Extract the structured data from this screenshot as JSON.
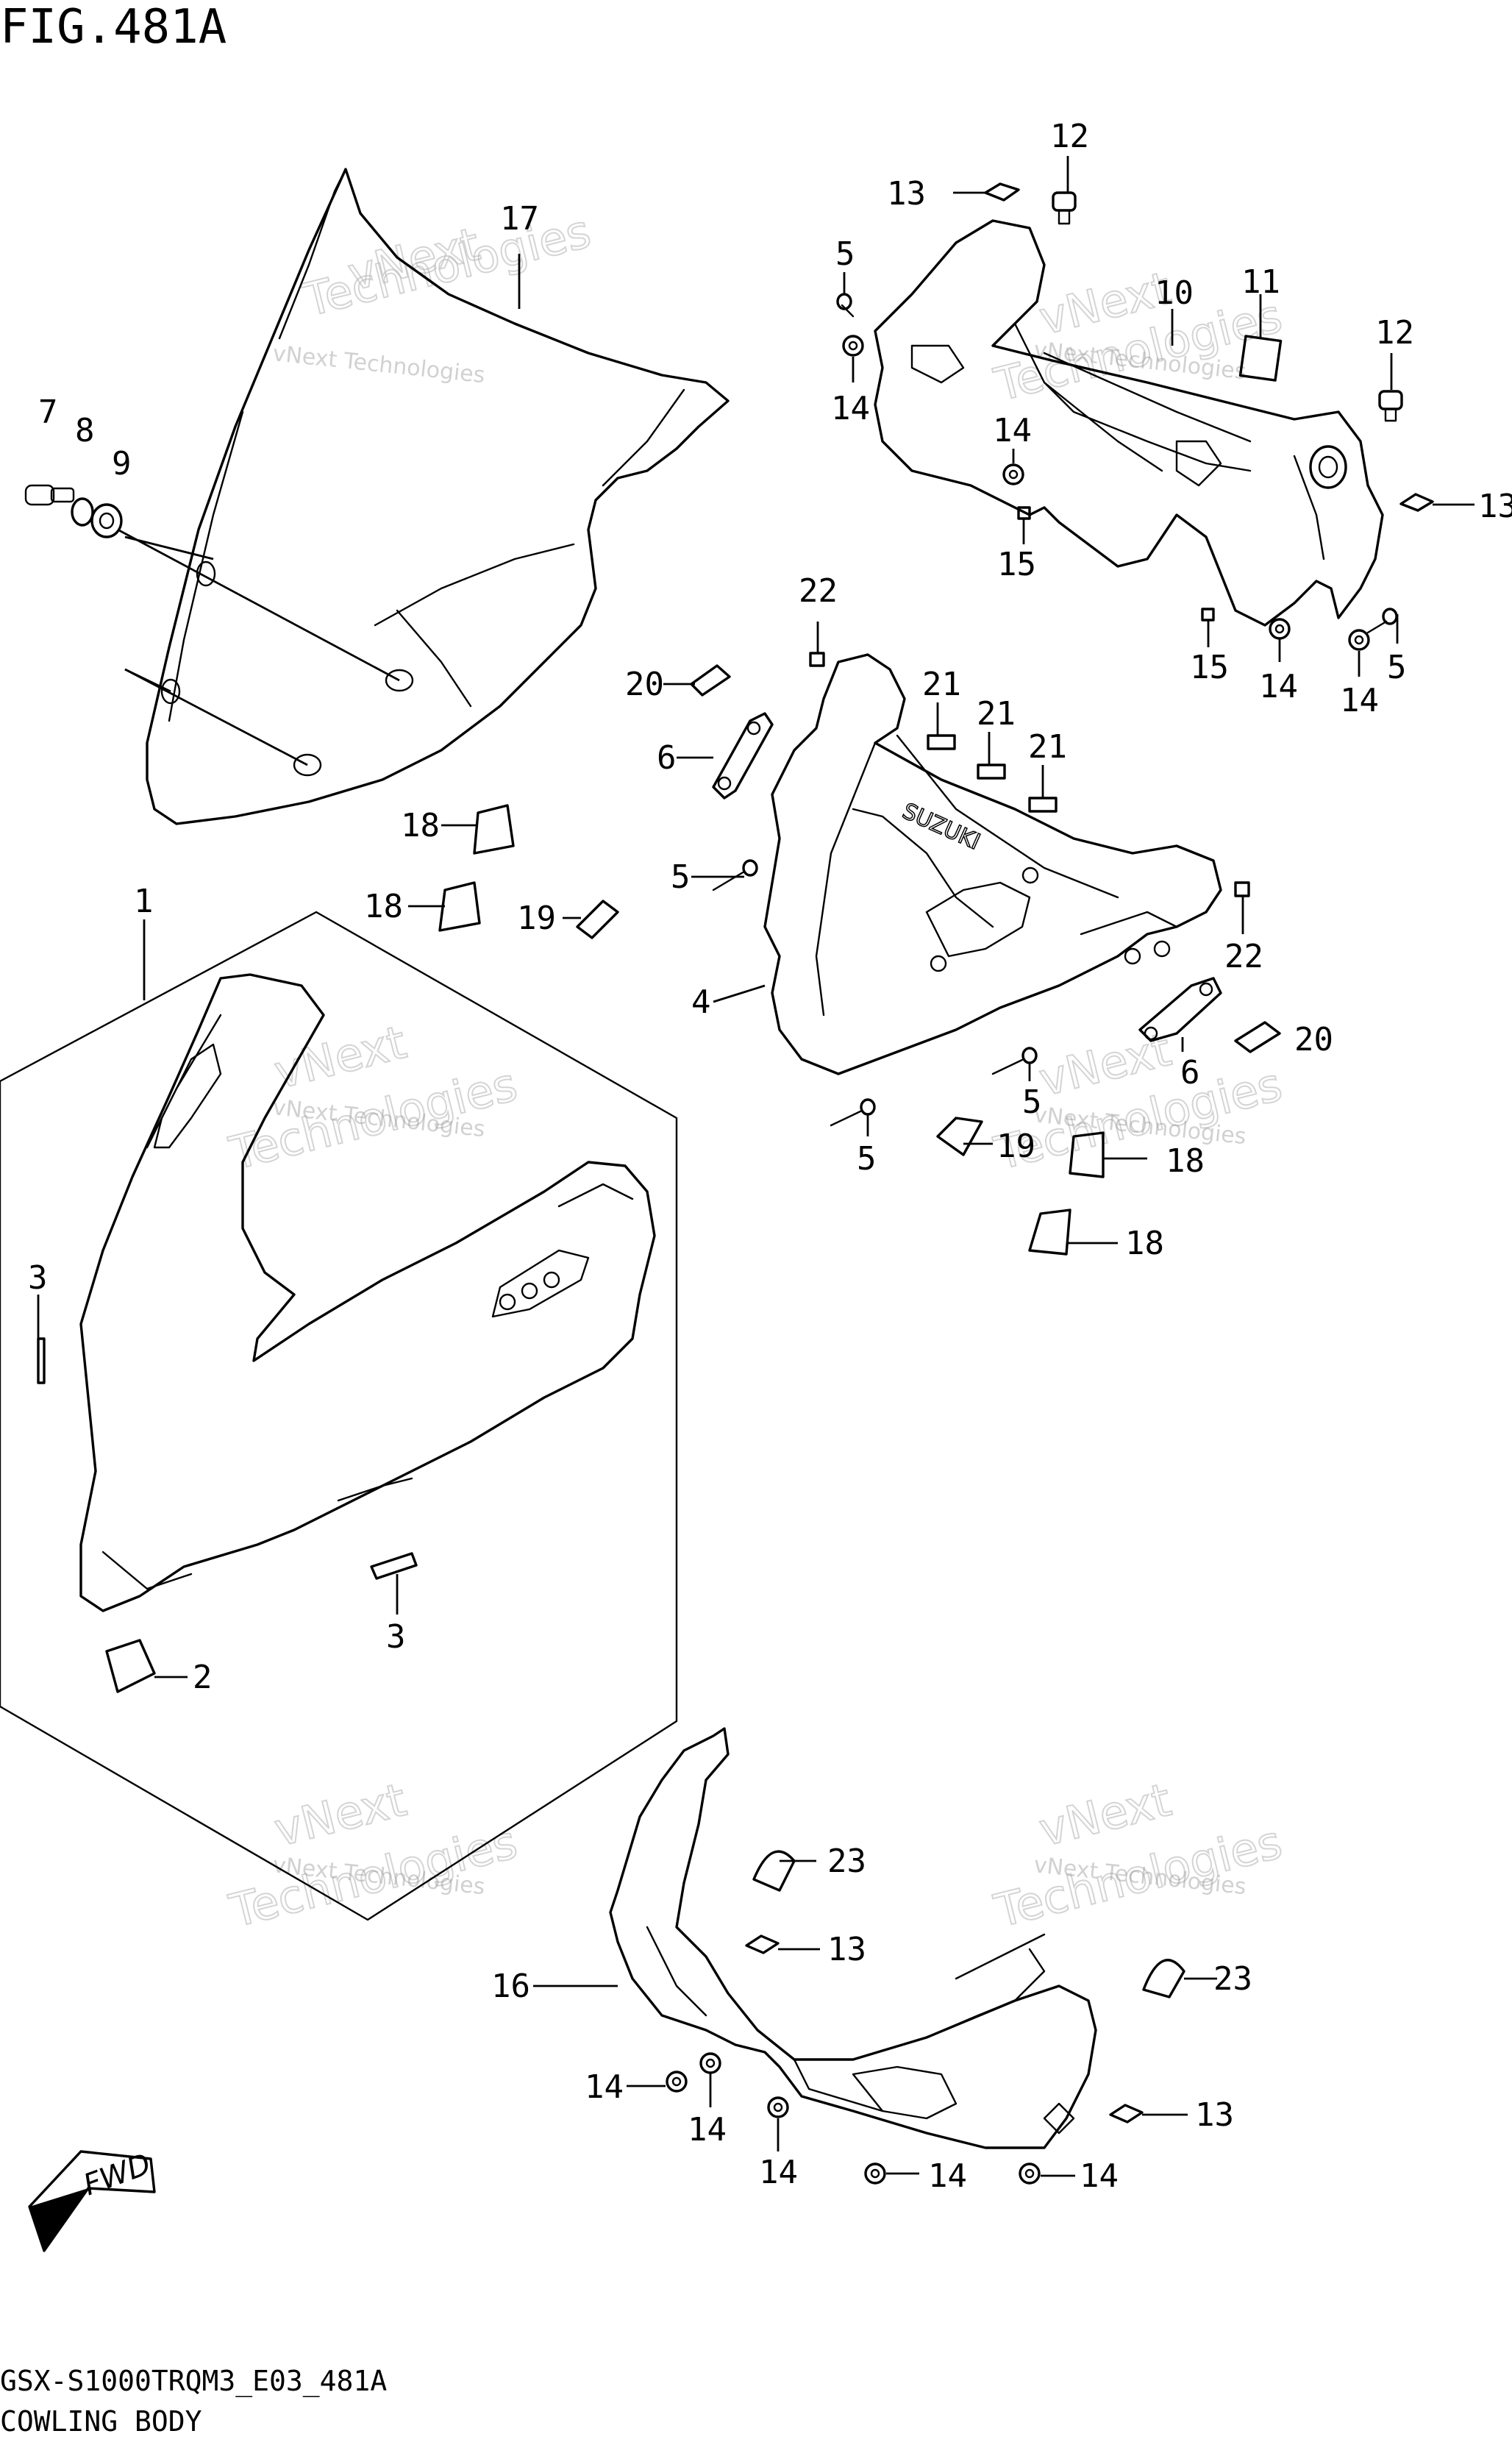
{
  "figure": {
    "title": "FIG.481A",
    "drawing_code": "GSX-S1000TRQM3_E03_481A",
    "section_name": "COWLING BODY"
  },
  "watermark": {
    "line1": "vNext Technologies",
    "line2": "Technologies",
    "line3": "vNext"
  },
  "fwd_label": "FWD",
  "callouts": [
    {
      "id": "c17",
      "text": "17"
    },
    {
      "id": "c7",
      "text": "7"
    },
    {
      "id": "c8",
      "text": "8"
    },
    {
      "id": "c9",
      "text": "9"
    },
    {
      "id": "c12a",
      "text": "12"
    },
    {
      "id": "c13a",
      "text": "13"
    },
    {
      "id": "c5a",
      "text": "5"
    },
    {
      "id": "c14a",
      "text": "14"
    },
    {
      "id": "c10",
      "text": "10"
    },
    {
      "id": "c11",
      "text": "11"
    },
    {
      "id": "c12b",
      "text": "12"
    },
    {
      "id": "c14b",
      "text": "14"
    },
    {
      "id": "c15a",
      "text": "15"
    },
    {
      "id": "c13b",
      "text": "13"
    },
    {
      "id": "c15b",
      "text": "15"
    },
    {
      "id": "c14c",
      "text": "14"
    },
    {
      "id": "c14d",
      "text": "14"
    },
    {
      "id": "c5b",
      "text": "5"
    },
    {
      "id": "c22a",
      "text": "22"
    },
    {
      "id": "c20a",
      "text": "20"
    },
    {
      "id": "c21a",
      "text": "21"
    },
    {
      "id": "c21b",
      "text": "21"
    },
    {
      "id": "c21c",
      "text": "21"
    },
    {
      "id": "c6a",
      "text": "6"
    },
    {
      "id": "c18a",
      "text": "18"
    },
    {
      "id": "c18b",
      "text": "18"
    },
    {
      "id": "c19a",
      "text": "19"
    },
    {
      "id": "c5c",
      "text": "5"
    },
    {
      "id": "c4",
      "text": "4"
    },
    {
      "id": "c22b",
      "text": "22"
    },
    {
      "id": "c20b",
      "text": "20"
    },
    {
      "id": "c6b",
      "text": "6"
    },
    {
      "id": "c5d",
      "text": "5"
    },
    {
      "id": "c5e",
      "text": "5"
    },
    {
      "id": "c19b",
      "text": "19"
    },
    {
      "id": "c18c",
      "text": "18"
    },
    {
      "id": "c18d",
      "text": "18"
    },
    {
      "id": "c1",
      "text": "1"
    },
    {
      "id": "c3a",
      "text": "3"
    },
    {
      "id": "c3b",
      "text": "3"
    },
    {
      "id": "c2",
      "text": "2"
    },
    {
      "id": "c23a",
      "text": "23"
    },
    {
      "id": "c13c",
      "text": "13"
    },
    {
      "id": "c23b",
      "text": "23"
    },
    {
      "id": "c16",
      "text": "16"
    },
    {
      "id": "c14e",
      "text": "14"
    },
    {
      "id": "c14f",
      "text": "14"
    },
    {
      "id": "c14g",
      "text": "14"
    },
    {
      "id": "c14h",
      "text": "14"
    },
    {
      "id": "c14i",
      "text": "14"
    },
    {
      "id": "c13d",
      "text": "13"
    }
  ]
}
